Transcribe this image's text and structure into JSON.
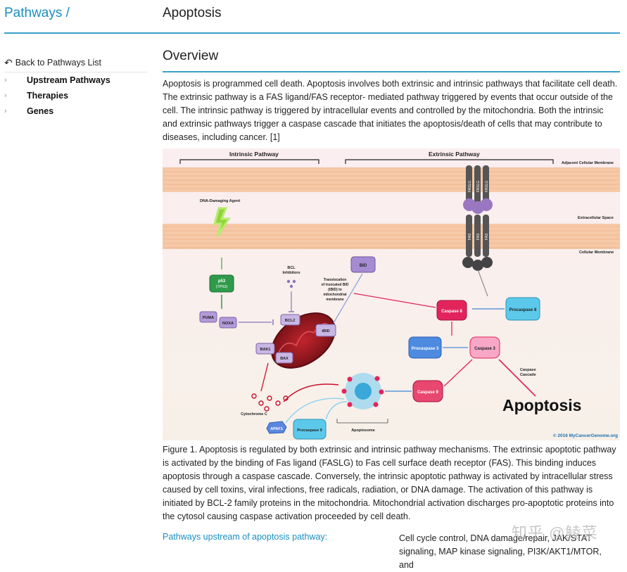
{
  "header": {
    "breadcrumb": "Pathways /",
    "title": "Apoptosis"
  },
  "sidebar": {
    "back": "Back to Pathways List",
    "items": [
      {
        "label": "Upstream Pathways"
      },
      {
        "label": "Therapies"
      },
      {
        "label": "Genes"
      }
    ]
  },
  "overview": {
    "heading": "Overview",
    "text": "Apoptosis is programmed cell death. Apoptosis involves both extrinsic and intrinsic pathways that facilitate cell death. The extrinsic pathway is a FAS ligand/FAS receptor- mediated pathway triggered by events that occur outside of the cell. The intrinsic pathway is triggered by intracellular events and controlled by the mitochondria. Both the intrinsic and extrinsic pathways trigger a caspase cascade that initiates the apoptosis/death of cells that may contribute to diseases, including cancer. [1]"
  },
  "figure": {
    "intrinsic": "Intrinsic Pathway",
    "extrinsic": "Extrinsic Pathway",
    "adjacent_membrane": "Adjacent Cellular Membrane",
    "extracellular_space": "Extracellular Space",
    "cellular_membrane": "Cellular Membrane",
    "dna_agent": "DNA-Damaging Agent",
    "p53": "p53",
    "tp53": "(TP53)",
    "puma": "PUMA",
    "noxa": "NOXA",
    "bcl_inhibitors_1": "BCL",
    "bcl_inhibitors_2": "Inhibitors",
    "bcl2": "BCL2",
    "bak1": "BAK1",
    "bax": "BAX",
    "tbid": "tBID",
    "bid": "BID",
    "transloc_1": "Translocation",
    "transloc_2": "of truncated BID",
    "transloc_3": "(tBID) to",
    "transloc_4": "mitochondrial",
    "transloc_5": "membrane",
    "caspase8": "Caspase 8",
    "procaspase8": "Procaspase 8",
    "procaspase3": "Procaspase 3",
    "caspase3": "Caspase 3",
    "caspase9": "Caspase 9",
    "procaspase9": "Procaspase 9",
    "apaf1": "APAF1",
    "cytochrome": "Cytochrome C",
    "apoptosome": "Apoptosome",
    "cascade_1": "Caspase",
    "cascade_2": "Cascade",
    "apoptosis": "Apoptosis",
    "fasl": "FASLG",
    "fas": "FAS",
    "copyright": "© 2016 MyCancerGenome.org"
  },
  "caption": "Figure 1. Apoptosis is regulated by both extrinsic and intrinsic pathway mechanisms. The extrinsic apoptotic pathway is activated by the binding of Fas ligand (FASLG) to Fas cell surface death receptor (FAS). This binding induces apoptosis through a caspase cascade. Conversely, the intrinsic apoptotic pathway is activated by intracellular stress caused by cell toxins, viral infections, free radicals, radiation, or DNA damage. The activation of this pathway is initiated by BCL-2 family proteins in the mitochondria. Mitochondrial activation discharges pro-apoptotic proteins into the cytosol causing caspase activation proceeded by cell death.",
  "upstream": {
    "label": "Pathways upstream of apoptosis pathway:",
    "value": "Cell cycle control, DNA damage/repair, JAK/STAT signaling, MAP kinase signaling, PI3K/AKT1/MTOR, and"
  },
  "watermark": "知乎 @鲮菜",
  "colors": {
    "link": "#1a8fc0",
    "rule": "#3aa0c8"
  }
}
